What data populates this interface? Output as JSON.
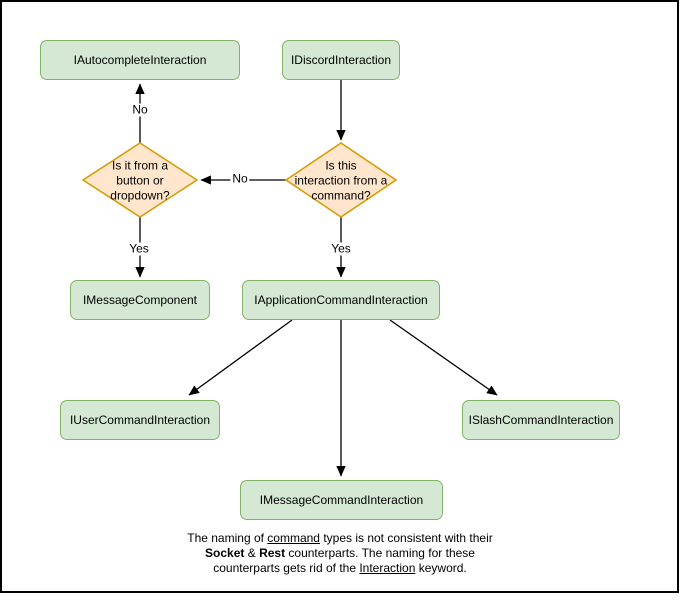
{
  "colors": {
    "node_fill": "#d5e8d4",
    "node_stroke": "#82b366",
    "decision_fill": "#ffe6cc",
    "decision_stroke": "#d79b00",
    "edge": "#000000",
    "frame": "#000000"
  },
  "nodes": {
    "autocomplete": {
      "label": "IAutocompleteInteraction"
    },
    "discord": {
      "label": "IDiscordInteraction"
    },
    "message_component": {
      "label": "IMessageComponent"
    },
    "application_command": {
      "label": "IApplicationCommandInteraction"
    },
    "user_command": {
      "label": "IUserCommandInteraction"
    },
    "slash_command": {
      "label": "ISlashCommandInteraction"
    },
    "message_command": {
      "label": "IMessageCommandInteraction"
    }
  },
  "decisions": {
    "command": {
      "lines": [
        "Is this",
        "interaction from a",
        "command?"
      ]
    },
    "button_dropdown": {
      "lines": [
        "Is it from a",
        "button or",
        "dropdown?"
      ]
    }
  },
  "edge_labels": {
    "no_up": "No",
    "no_across": "No",
    "yes_left": "Yes",
    "yes_right": "Yes"
  },
  "footer": {
    "l1a": "The naming of ",
    "l1b": "command",
    "l1c": " types is not consistent with their",
    "l2a": "Socket",
    "l2b": " & ",
    "l2c": "Rest",
    "l2d": " counterparts. The naming for these",
    "l3a": "counterparts gets rid of the ",
    "l3b": "Interaction",
    "l3c": " keyword."
  }
}
